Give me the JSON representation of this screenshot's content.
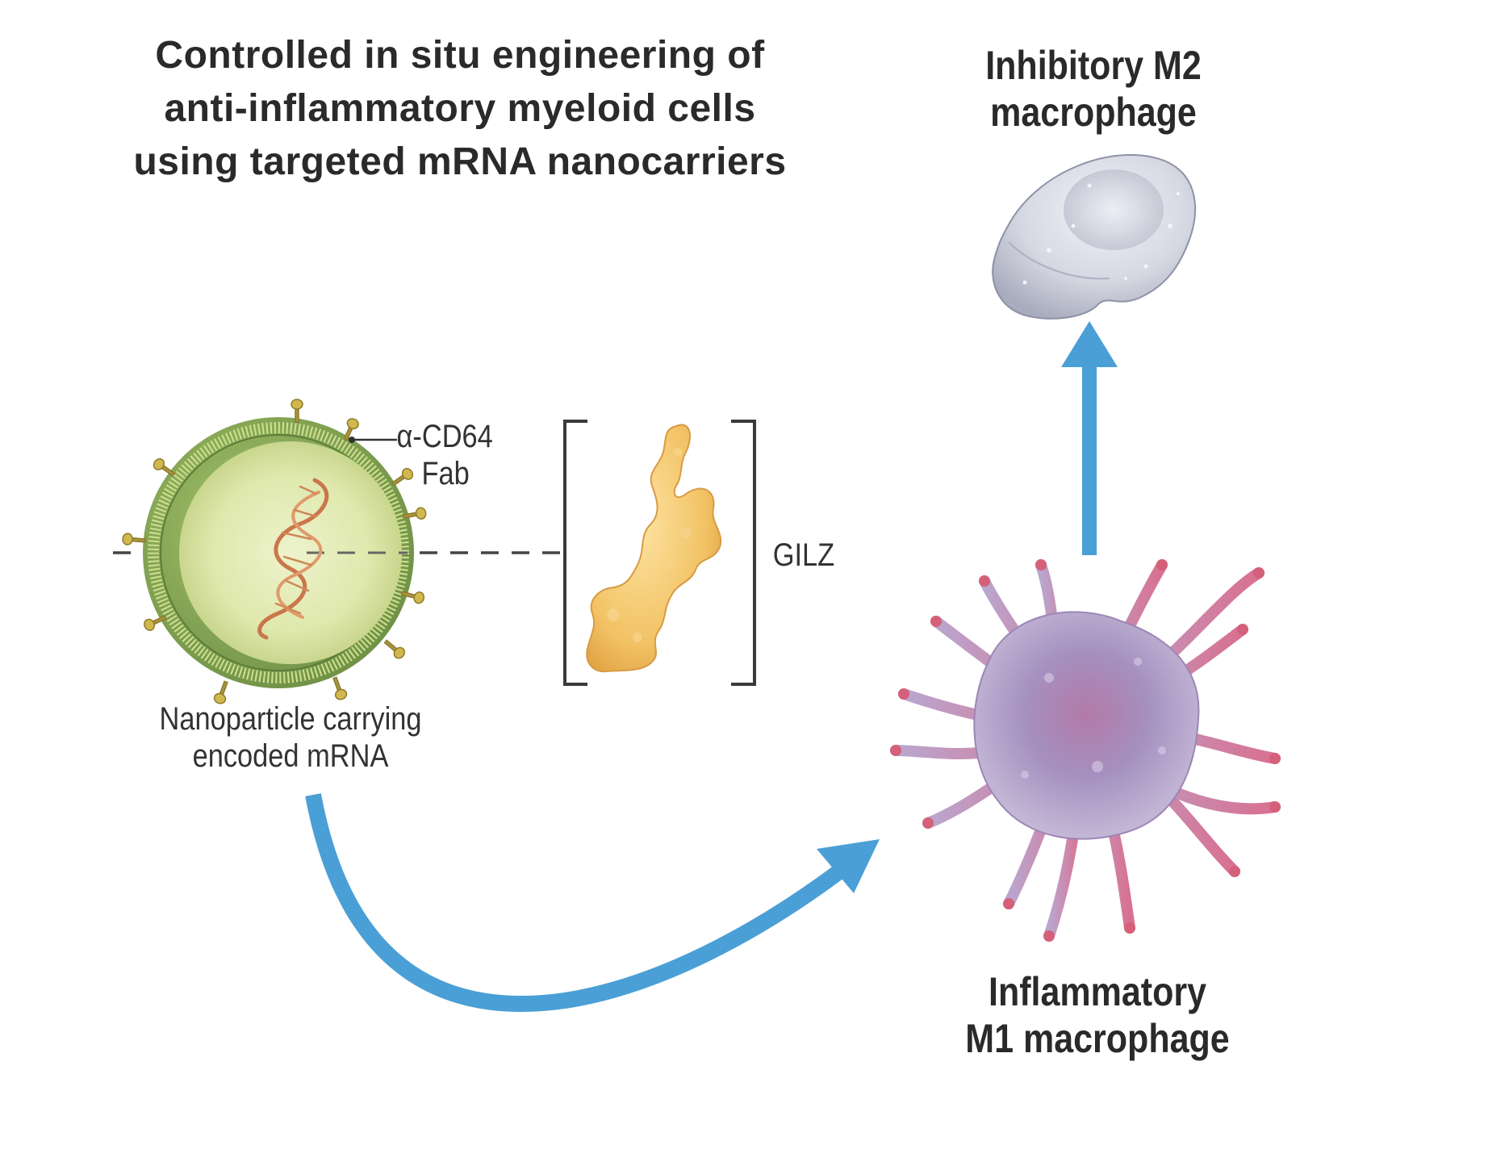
{
  "title": {
    "line1": "Controlled in situ engineering of",
    "line2": "anti-inflammatory myeloid cells",
    "line3": "using targeted mRNA nanocarriers"
  },
  "labels": {
    "m2_line1": "Inhibitory M2",
    "m2_line2": "macrophage",
    "m1_line1": "Inflammatory",
    "m1_line2": "M1 macrophage",
    "fab_line1": "α-CD64",
    "fab_line2": "Fab",
    "gilz": "GILZ",
    "np_line1": "Nanoparticle carrying",
    "np_line2": "encoded mRNA"
  },
  "colors": {
    "arrow": "#4a9fd6",
    "nanoparticle": "#8fb05a",
    "gilz_protein": "#f2c060",
    "m1_cell": "#a796c0",
    "m1_tips": "#d4607a",
    "m2_cell": "#d4d6e0"
  }
}
